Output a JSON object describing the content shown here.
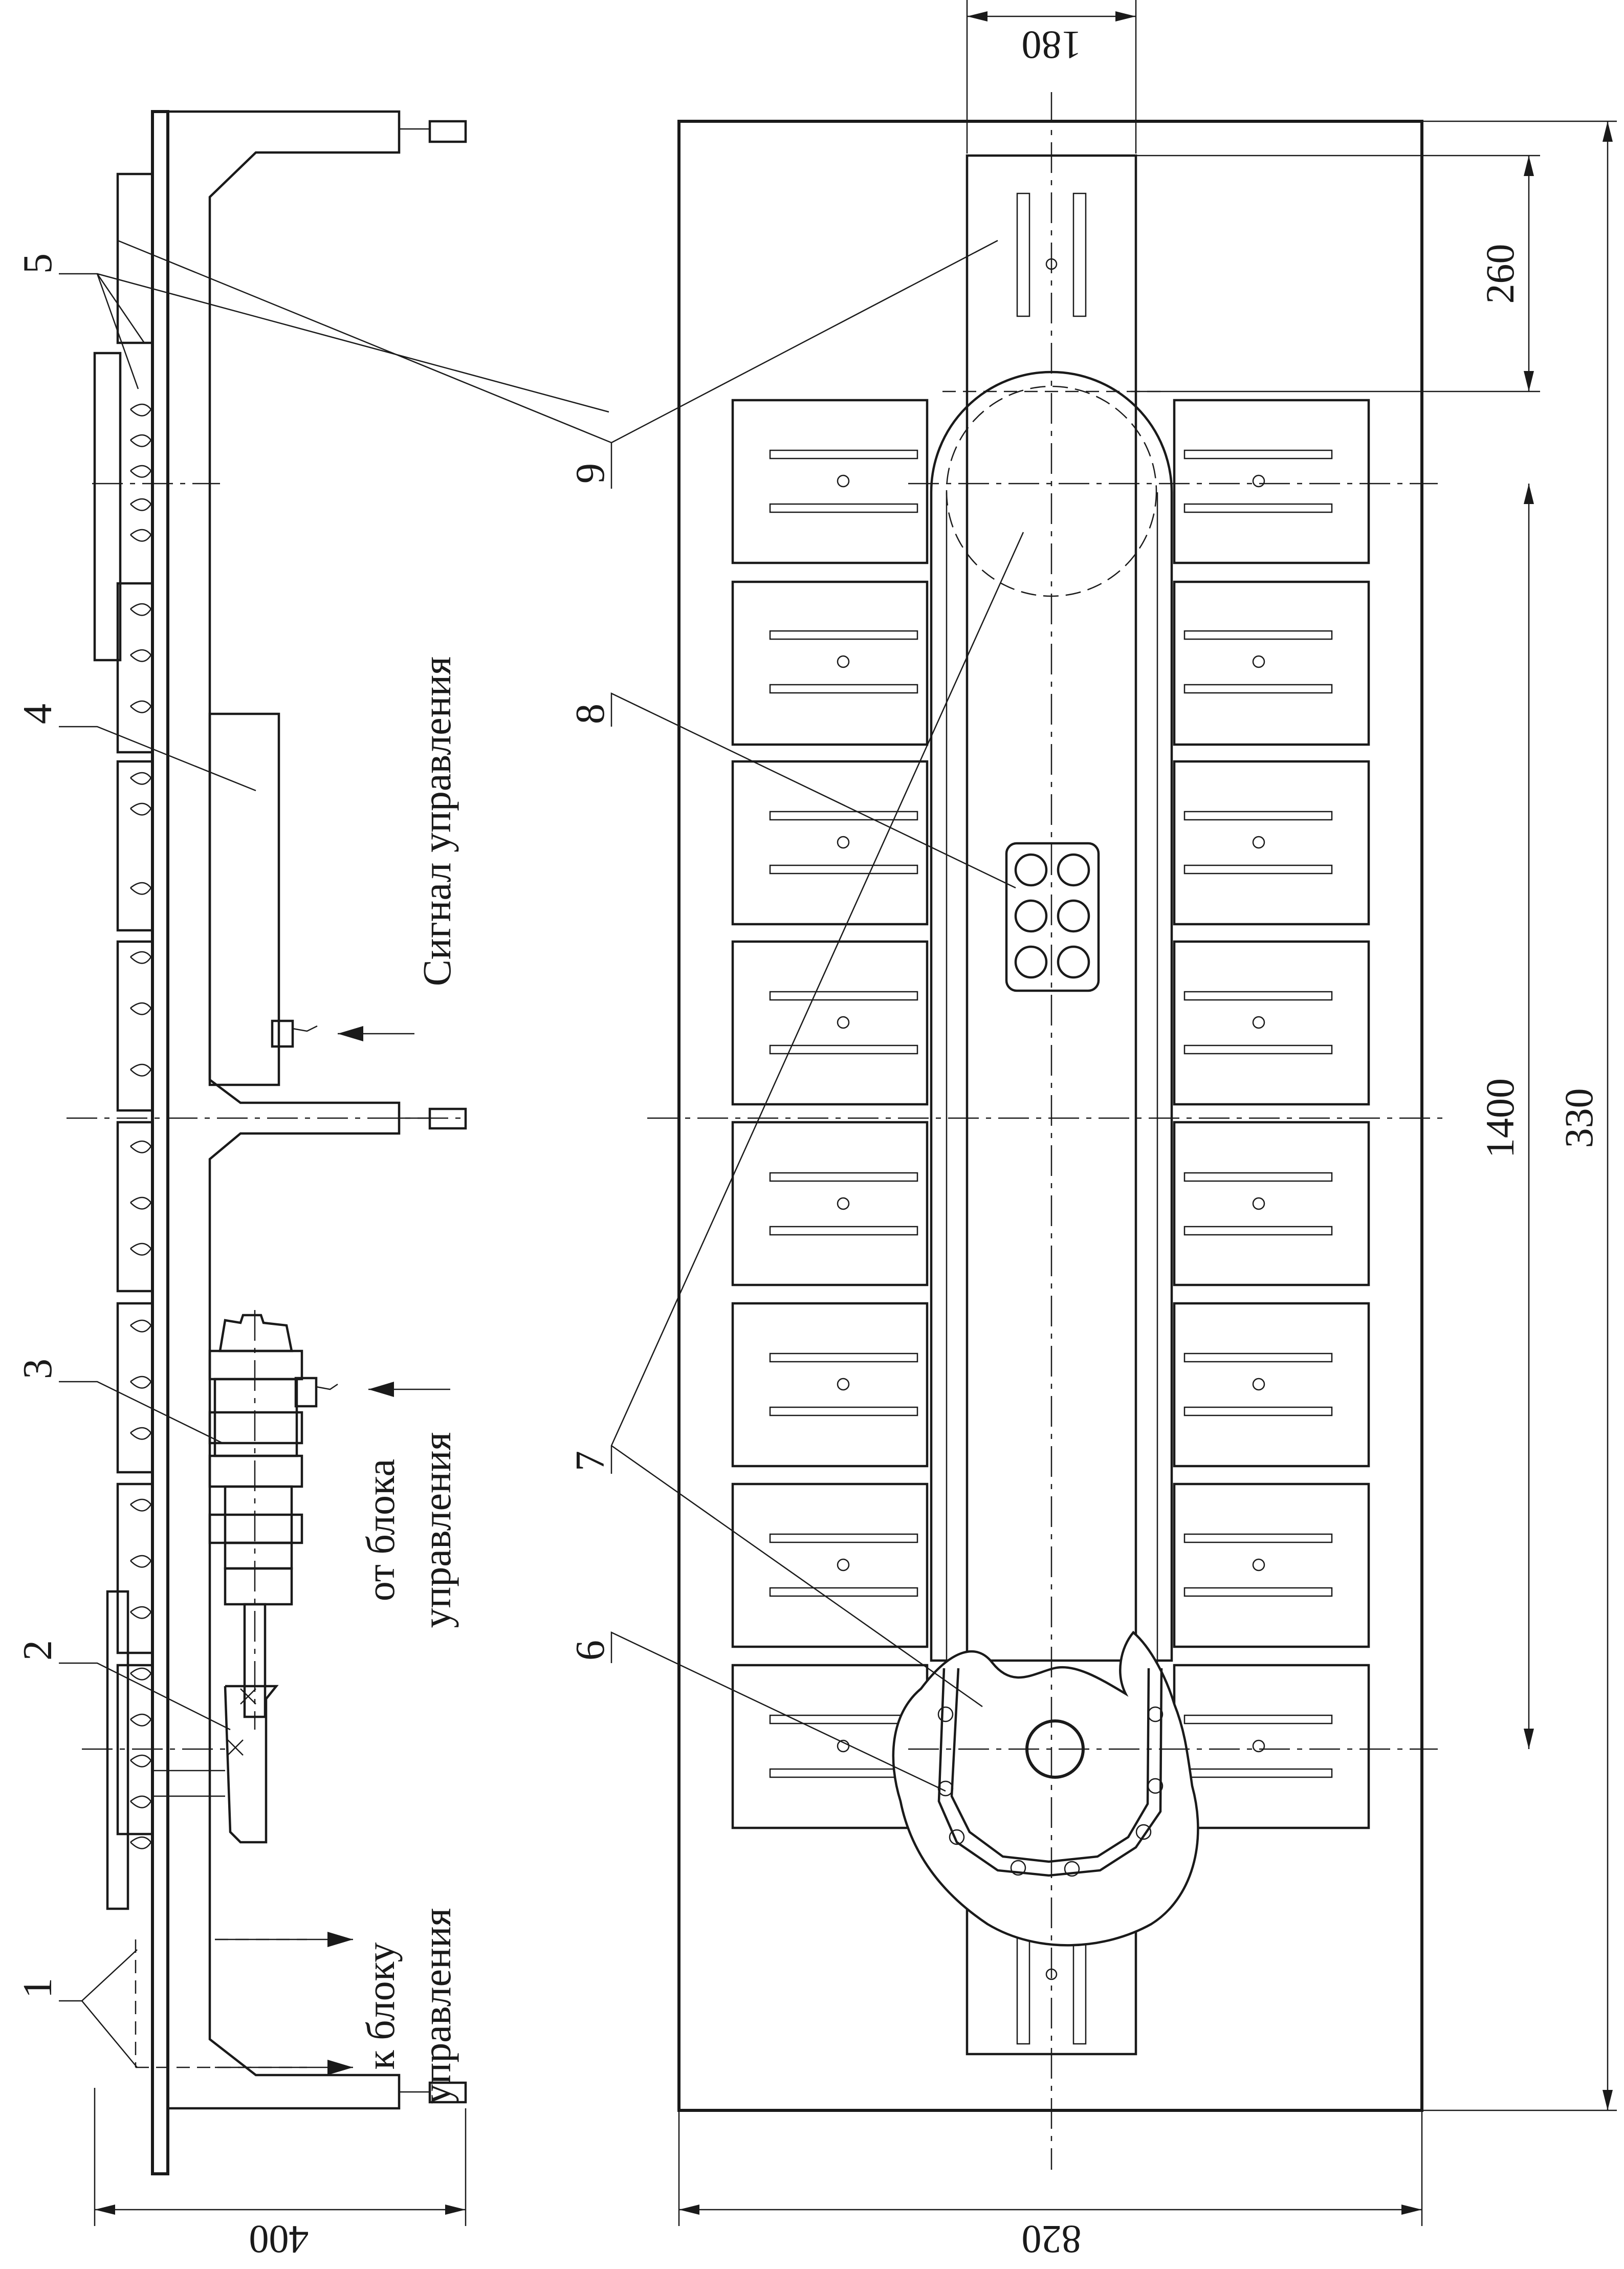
{
  "dimensions": {
    "width_top": "180",
    "height_260": "260",
    "height_1400": "1400",
    "height_330": "330",
    "width_bottom_right": "820",
    "width_bottom_left": "400"
  },
  "callouts": [
    "1",
    "2",
    "3",
    "4",
    "5",
    "6",
    "7",
    "8",
    "9"
  ],
  "annotations": {
    "control_signal": "Сигнал управления",
    "from_unit_1": "от блока",
    "from_unit_2": "управления",
    "to_unit_1": "к блоку",
    "to_unit_2": "управления"
  }
}
